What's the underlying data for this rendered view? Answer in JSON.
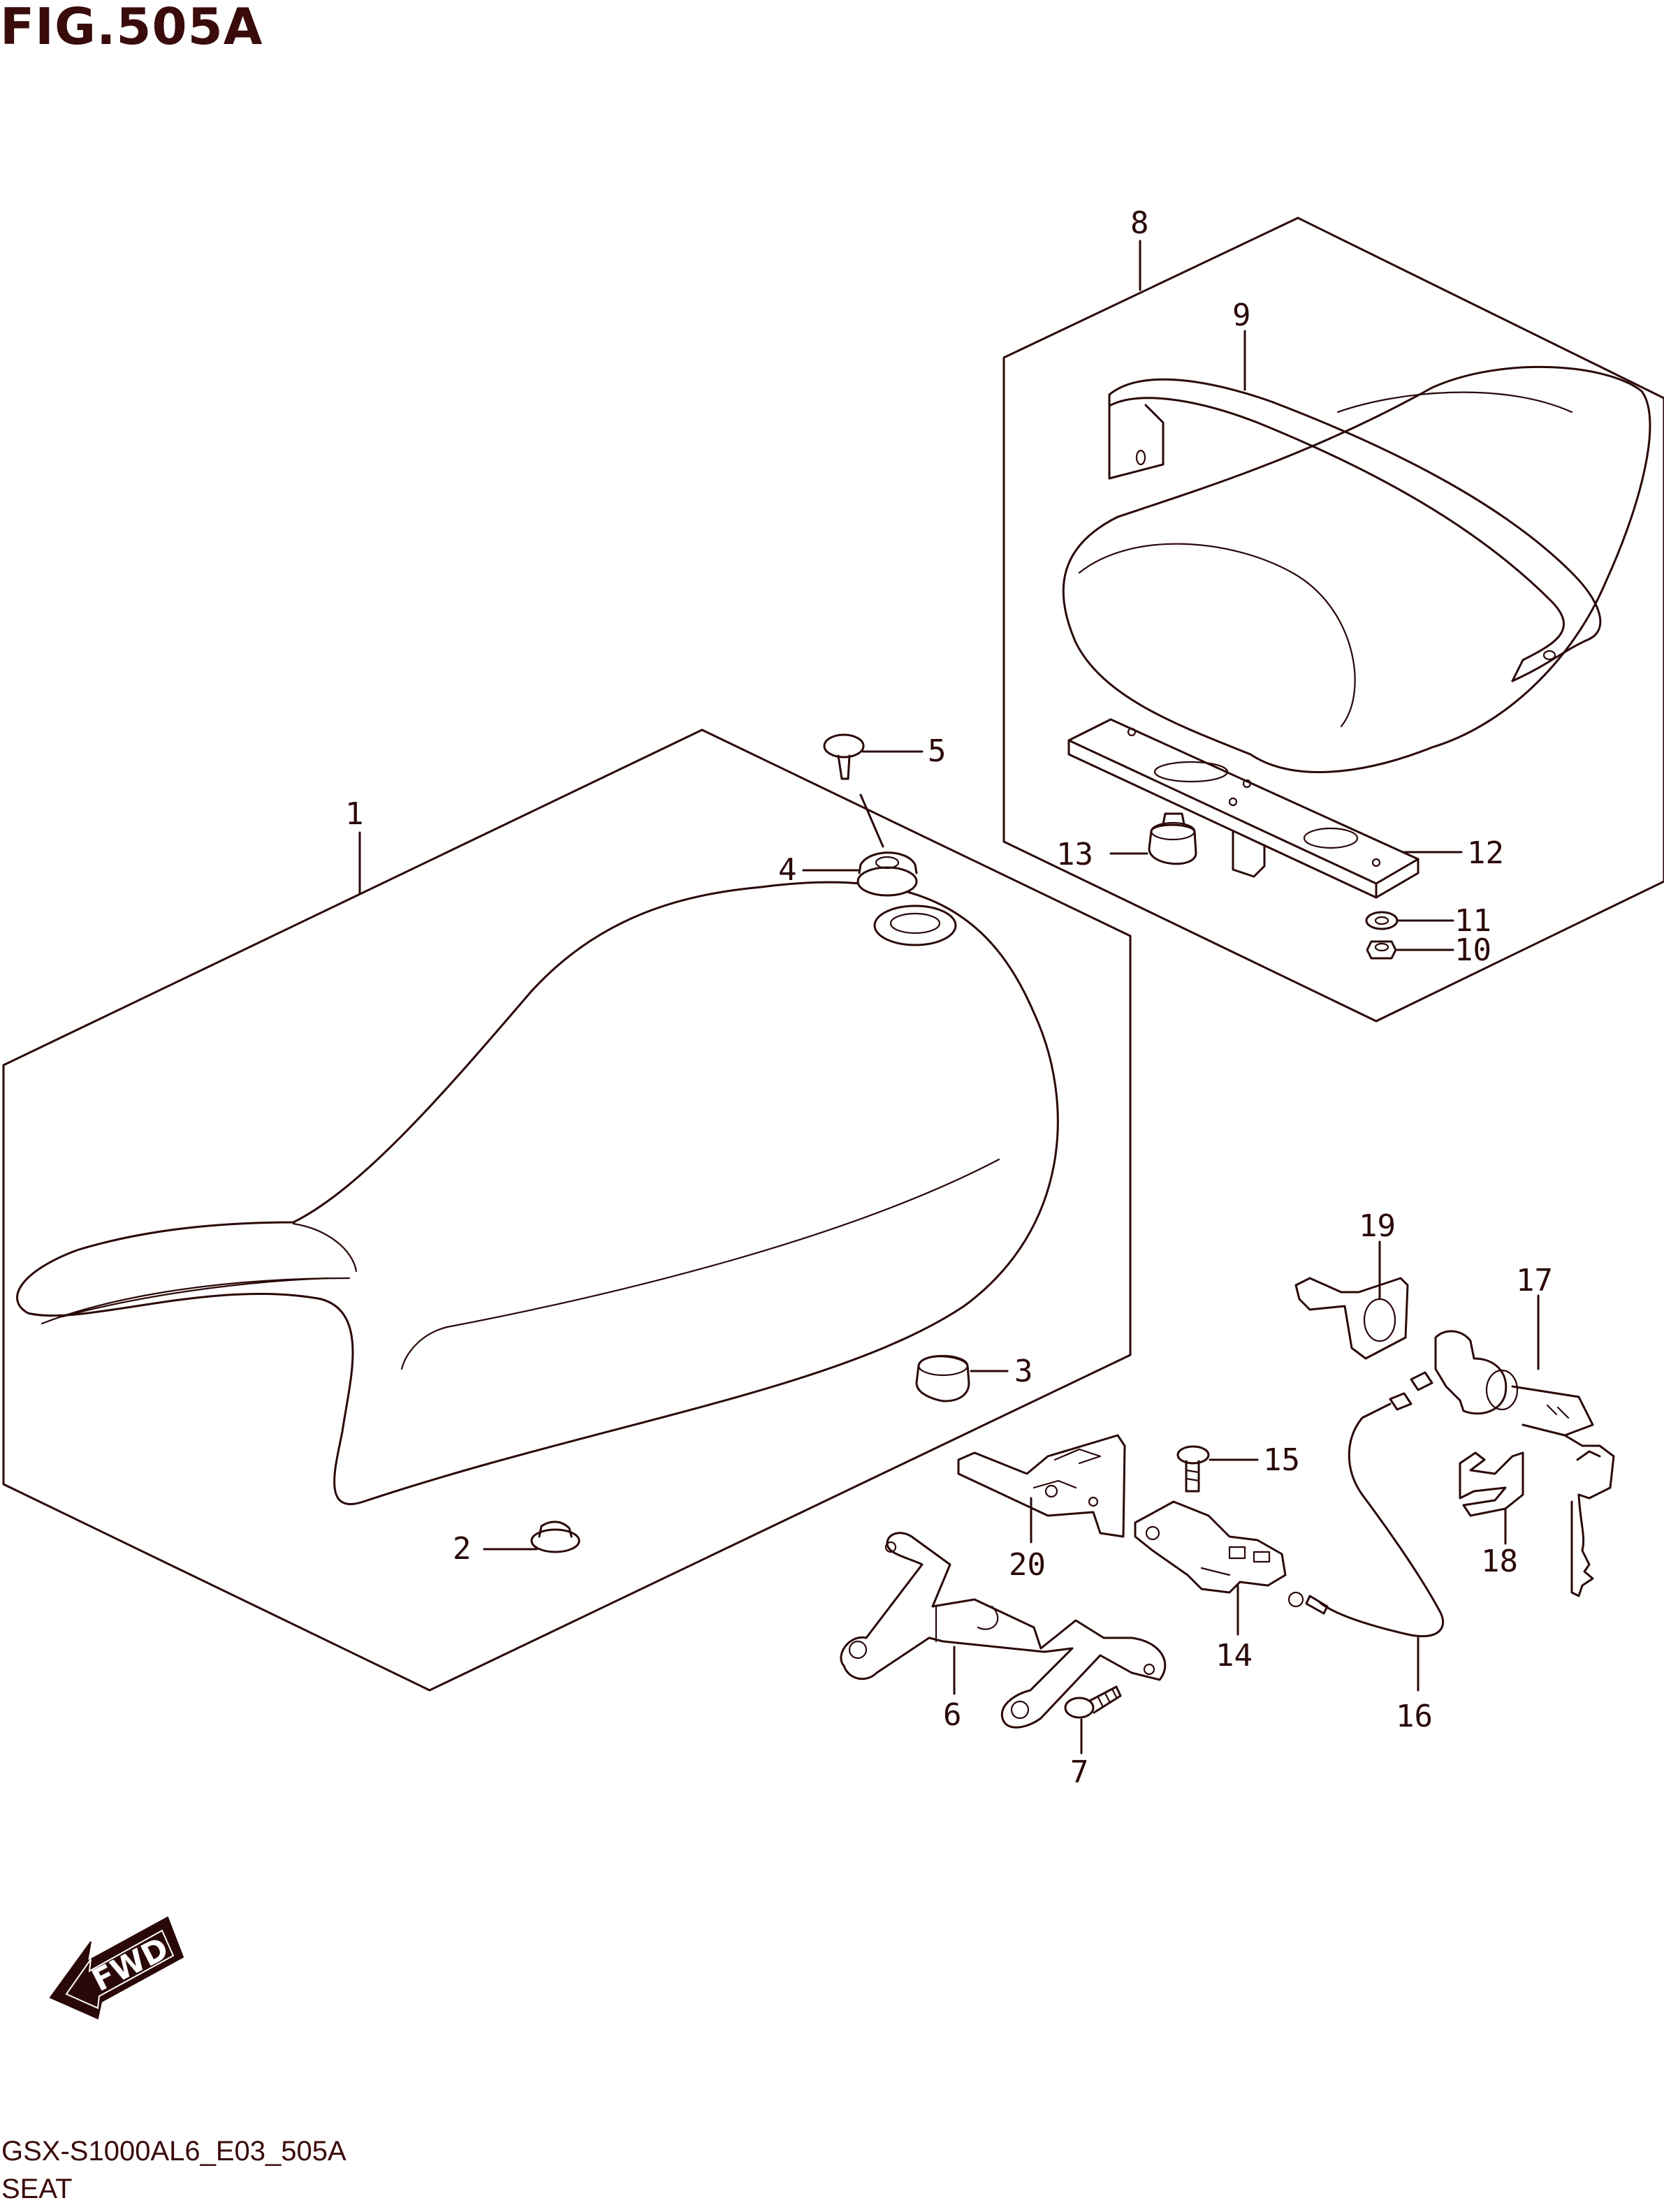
{
  "figure": {
    "title": "FIG.505A",
    "code": "GSX-S1000AL6_E03_505A",
    "name": "SEAT"
  },
  "fwd_label": "FWD",
  "callouts": [
    "1",
    "2",
    "3",
    "4",
    "5",
    "6",
    "7",
    "8",
    "9",
    "10",
    "11",
    "12",
    "13",
    "14",
    "15",
    "16",
    "17",
    "18",
    "19",
    "20"
  ]
}
